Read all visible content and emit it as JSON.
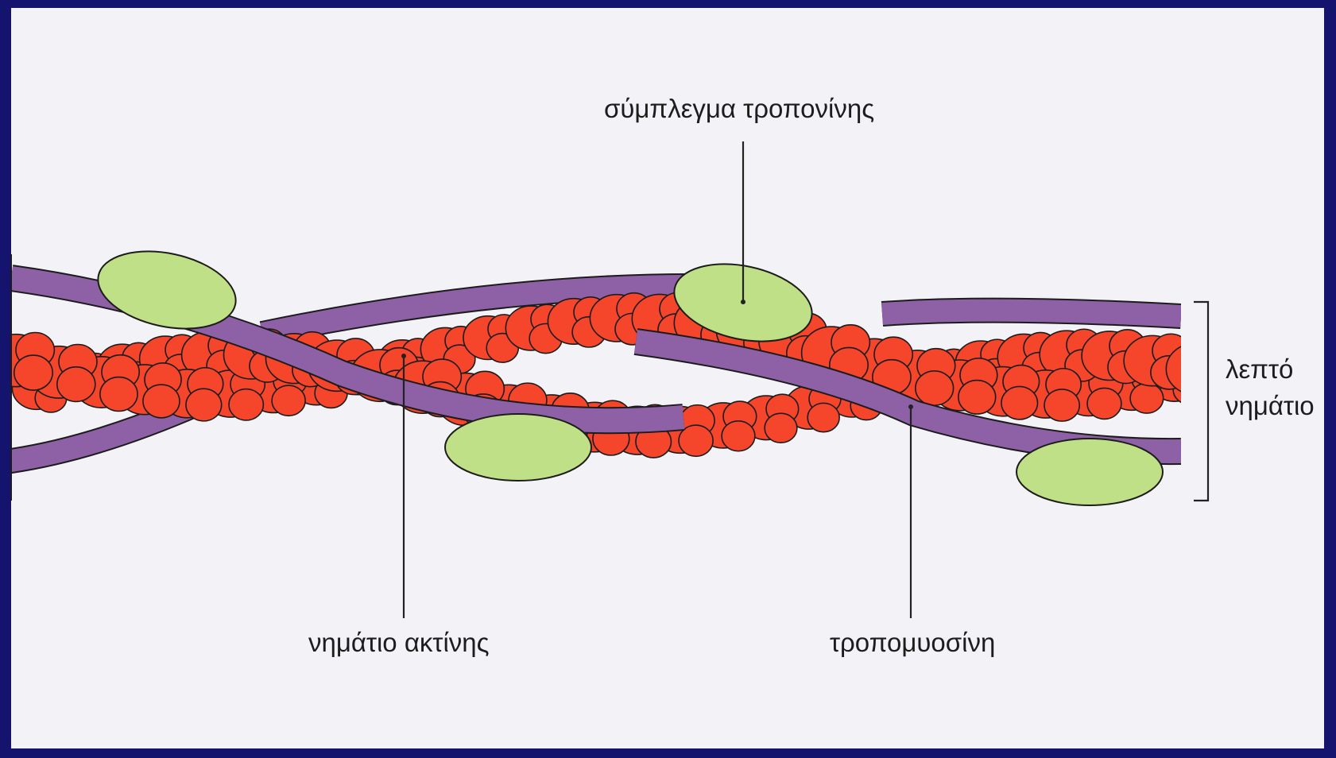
{
  "labels": {
    "troponin_complex": "σύμπλεγμα τροπονίνης",
    "thin_filament_line1": "λεπτό",
    "thin_filament_line2": "νημάτιο",
    "actin_filament": "νημάτιο ακτίνης",
    "tropomyosin": "τροπομυοσίνη"
  },
  "colors": {
    "frame": "#14146e",
    "panel": "#f3f3f7",
    "actin": "#f5452a",
    "tropomyosin": "#8e60a6",
    "troponin": "#bfe086",
    "outline": "#1c1c1c"
  }
}
